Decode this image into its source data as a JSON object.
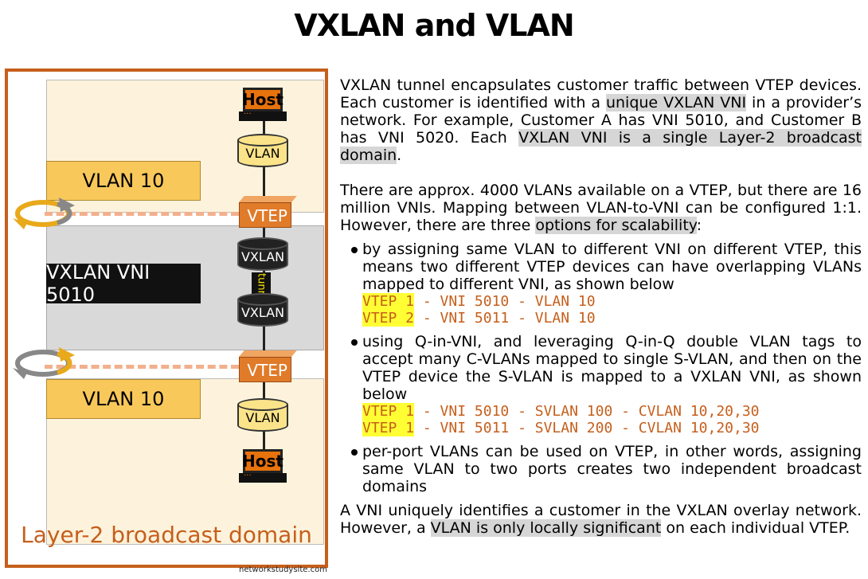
{
  "title": "VXLAN and VLAN",
  "diagram": {
    "host_top": "Host",
    "host_bottom": "Host",
    "vlan_cyl_top": "VLAN",
    "vlan_cyl_bottom": "VLAN",
    "vlan_label_top": "VLAN 10",
    "vlan_label_bottom": "VLAN 10",
    "vtep_top": "VTEP",
    "vtep_bottom": "VTEP",
    "vxlan_top": "VXLAN",
    "vxlan_bottom": "VXLAN",
    "tunnel": "tunnel",
    "vni_label": "VXLAN VNI 5010",
    "domain_caption": "Layer-2 broadcast domain",
    "site": "networkstudysite.com",
    "colors": {
      "frame": "#c65f1c",
      "vtep": "#e07b2a",
      "vlan": "#f9c85b"
    }
  },
  "text": {
    "p1": [
      "VXLAN tunnel encapsulates customer traffic between VTEP devices. Each customer is identified with a ",
      "unique VXLAN VNI",
      " in a provider’s network. For example, Customer A has VNI 5010, and Customer B has VNI 5020. Each ",
      "VXLAN VNI is a single Layer-2 broadcast domain",
      "."
    ],
    "p2": [
      "There are approx. 4000 VLANs available on a VTEP, but there are 16 million VNIs. Mapping between VLAN-to-VNI can be configured 1:1. However, there are three ",
      "options for scalability",
      ":"
    ],
    "bullets": [
      {
        "text": "by assigning same VLAN to different VNI on different VTEP, this means two different VTEP devices can have overlapping VLANs mapped to different VNI, as shown below",
        "code": [
          {
            "key": "VTEP 1",
            "rest": " - VNI 5010 - VLAN 10"
          },
          {
            "key": "VTEP 2",
            "rest": " - VNI 5011 - VLAN 10"
          }
        ]
      },
      {
        "text": "using Q-in-VNI, and leveraging Q-in-Q double VLAN tags to accept many C-VLANs mapped to single S-VLAN, and then on the VTEP device the S-VLAN is mapped to a VXLAN VNI, as shown below",
        "code": [
          {
            "key": "VTEP 1",
            "rest": " - VNI 5010 - SVLAN 100 - CVLAN 10,20,30"
          },
          {
            "key": "VTEP 1",
            "rest": " - VNI 5011 - SVLAN 200 - CVLAN 10,20,30"
          }
        ]
      },
      {
        "text": "per-port VLANs can be used on VTEP, in other words, assigning same VLAN to two ports creates two independent broadcast domains",
        "code": []
      }
    ],
    "p3": [
      "A VNI uniquely identifies a customer in the VXLAN overlay network. However, a ",
      "VLAN is only locally significant",
      " on each individual VTEP."
    ]
  }
}
